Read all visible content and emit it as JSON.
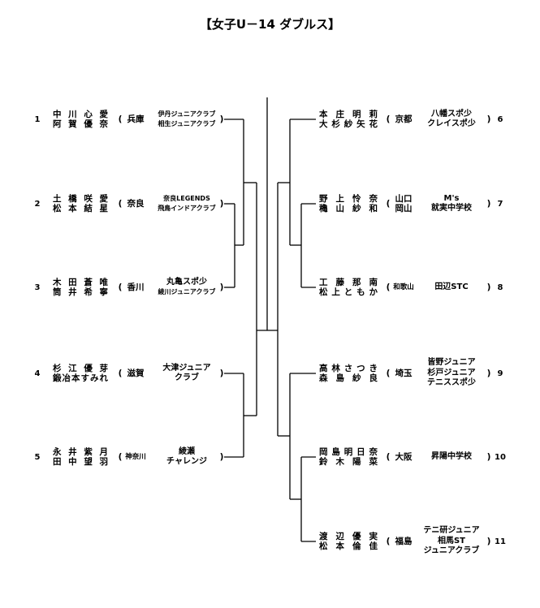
{
  "title": "【女子U－14 ダブルス】",
  "paren_open": "(",
  "paren_close": ")",
  "left_entries": [
    {
      "number": "1",
      "players": [
        "中 川 心 愛",
        "阿 賀 優 奈"
      ],
      "prefectures": [
        "兵庫"
      ],
      "clubs": [
        "伊丹ジュニアクラブ",
        "相生ジュニアクラブ"
      ]
    },
    {
      "number": "2",
      "players": [
        "土 橋 咲 愛",
        "松 本 結 星"
      ],
      "prefectures": [
        "奈良"
      ],
      "clubs": [
        "奈良LEGENDS",
        "飛鳥インドアクラブ"
      ]
    },
    {
      "number": "3",
      "players": [
        "木 田 蒼 唯",
        "筒 井 希 寧"
      ],
      "prefectures": [
        "香川"
      ],
      "clubs": [
        "丸亀スポ少",
        "綾川ジュニアクラブ"
      ]
    },
    {
      "number": "4",
      "players": [
        "杉 江 優 芽",
        "鍛冶本すみれ"
      ],
      "prefectures": [
        "滋賀"
      ],
      "clubs": [
        "大津ジュニア",
        "クラブ"
      ]
    },
    {
      "number": "5",
      "players": [
        "永 井 紫 月",
        "田 中 望 羽"
      ],
      "prefectures": [
        "神奈川"
      ],
      "clubs": [
        "綾瀬",
        "チャレンジ"
      ]
    }
  ],
  "right_entries": [
    {
      "number": "6",
      "players": [
        "本 庄 明 莉",
        "大 杉 紗 矢 花"
      ],
      "prefectures": [
        "京都"
      ],
      "clubs": [
        "八幡スポ少",
        "クレイスポ少"
      ]
    },
    {
      "number": "7",
      "players": [
        "野 上 怜 奈",
        "穐 山 紗 和"
      ],
      "prefectures": [
        "山口",
        "岡山"
      ],
      "clubs": [
        "M's",
        "就実中学校"
      ]
    },
    {
      "number": "8",
      "players": [
        "工 藤 那 南",
        "松 上 と も か"
      ],
      "prefectures": [
        "和歌山"
      ],
      "clubs": [
        "田辺STC"
      ]
    },
    {
      "number": "9",
      "players": [
        "高 林 さ つ き",
        "森 島 紗 良"
      ],
      "prefectures": [
        "埼玉"
      ],
      "clubs": [
        "皆野ジュニア",
        "杉戸ジュニア",
        "テニススポ少"
      ]
    },
    {
      "number": "10",
      "players": [
        "岡 島 明 日 奈",
        "鈴 木 陽 菜"
      ],
      "prefectures": [
        "大阪"
      ],
      "clubs": [
        "昇陽中学校"
      ]
    },
    {
      "number": "11",
      "players": [
        "渡 辺 優 実",
        "松 本 倫 佳"
      ],
      "prefectures": [
        "福島"
      ],
      "clubs": [
        "テニ研ジュニア",
        "相馬ST",
        "ジュニアクラブ"
      ]
    }
  ]
}
